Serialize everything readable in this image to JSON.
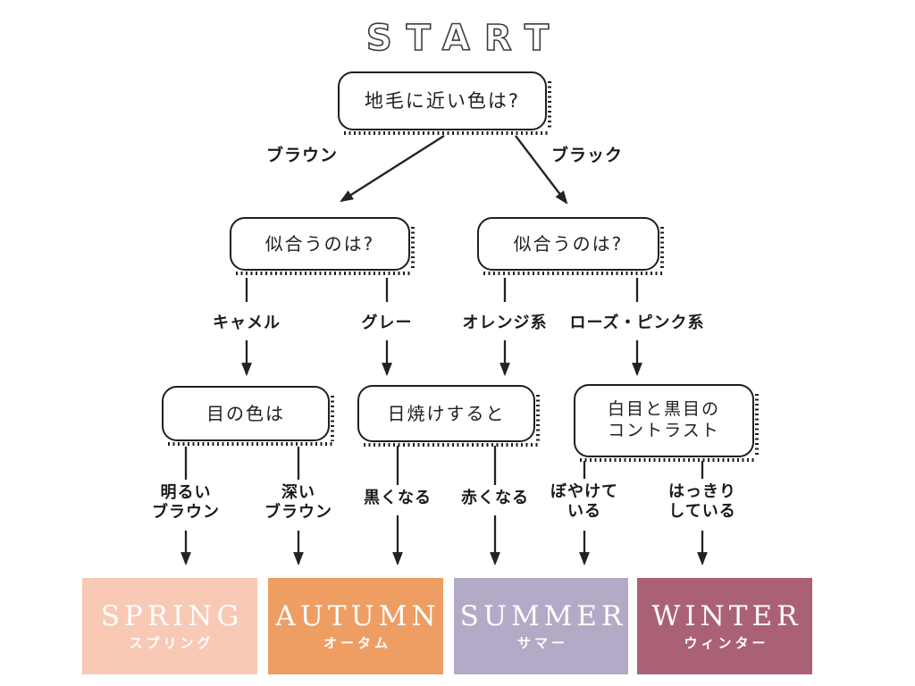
{
  "title": "START",
  "nodes": {
    "root": "地毛に近い色は?",
    "suits_left": "似合うのは?",
    "suits_right": "似合うのは?",
    "eye_color": "目の色は",
    "tan": "日焼けすると",
    "contrast": "白目と黒目の\nコントラスト"
  },
  "edge_labels": {
    "brown": "ブラウン",
    "black": "ブラック",
    "camel": "キャメル",
    "gray": "グレー",
    "orange": "オレンジ系",
    "rose_pink": "ローズ・ピンク系",
    "light_brown": "明るい\nブラウン",
    "deep_brown": "深い\nブラウン",
    "gets_dark": "黒くなる",
    "gets_red": "赤くなる",
    "blurry": "ぼやけて\nいる",
    "distinct": "はっきり\nしている"
  },
  "seasons": [
    {
      "name": "SPRING",
      "name_jp": "スプリング",
      "color": "#f8c9b5"
    },
    {
      "name": "AUTUMN",
      "name_jp": "オータム",
      "color": "#ee9e63"
    },
    {
      "name": "SUMMER",
      "name_jp": "サマー",
      "color": "#b3aac7"
    },
    {
      "name": "WINTER",
      "name_jp": "ウィンター",
      "color": "#ab6174"
    }
  ],
  "colors": {
    "line": "#222222",
    "node_border": "#1f1f1f",
    "node_bg": "#ffffff",
    "text": "#1f1f1f",
    "season_text": "#ffffff"
  }
}
